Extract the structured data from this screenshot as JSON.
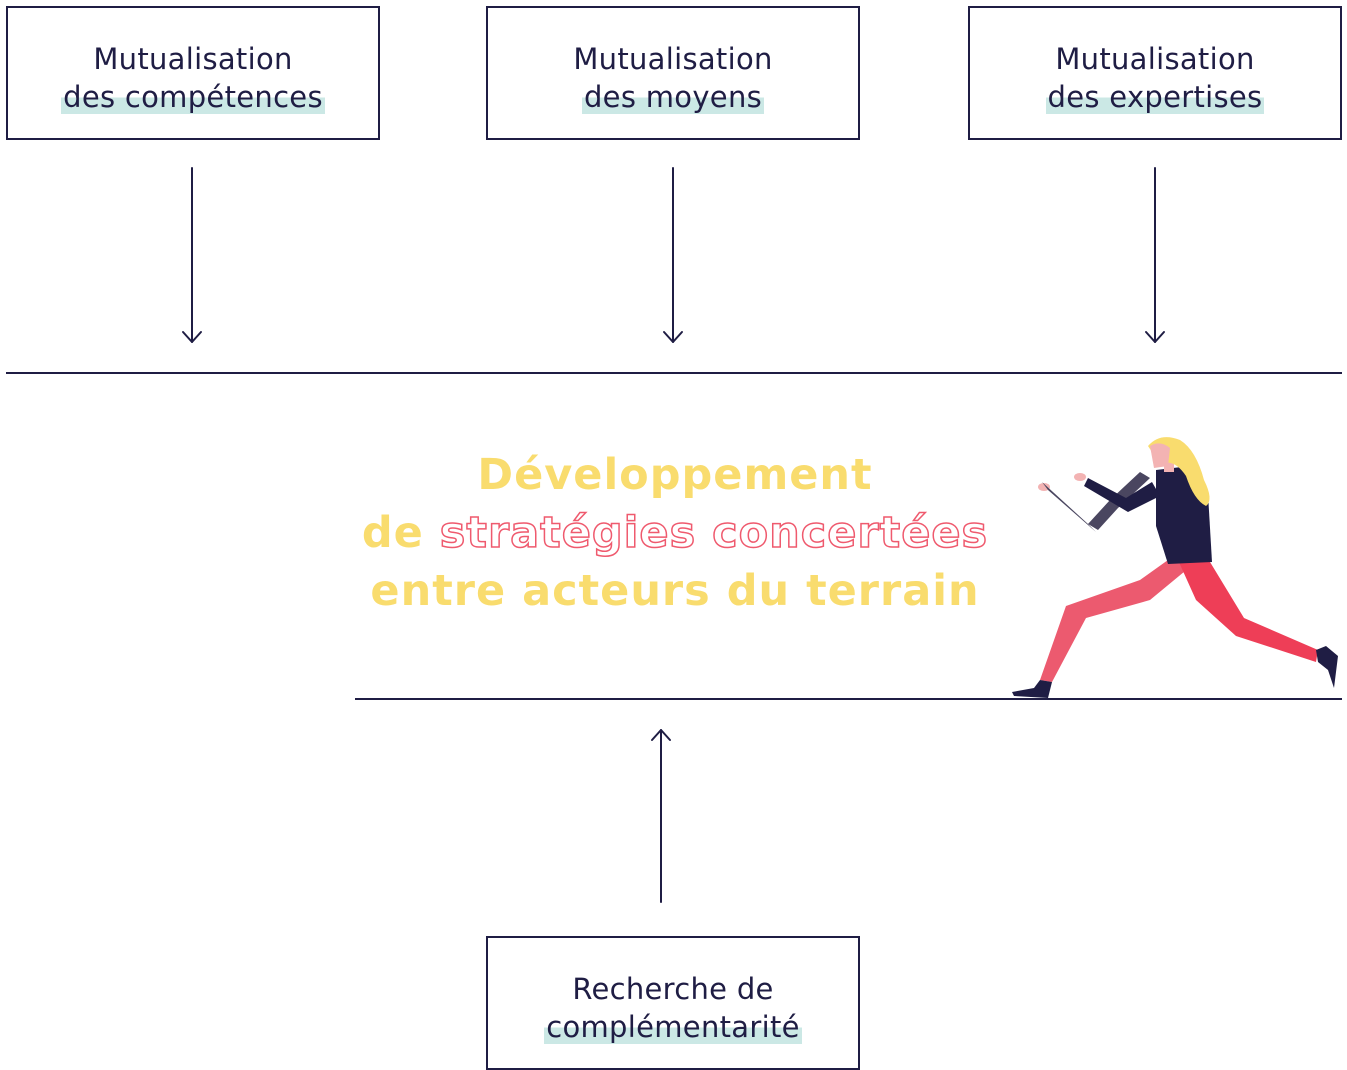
{
  "top_boxes": [
    {
      "line1": "Mutualisation",
      "line2": "des compétences"
    },
    {
      "line1": "Mutualisation",
      "line2": "des moyens"
    },
    {
      "line1": "Mutualisation",
      "line2": "des expertises"
    }
  ],
  "headline": {
    "line1": "Développement",
    "line2_prefix": "de ",
    "line2_outline": "stratégies concertées",
    "line3": "entre acteurs du terrain"
  },
  "bottom_box": {
    "line1": "Recherche de",
    "line2": "complémentarité"
  },
  "colors": {
    "ink": "#1f1d44",
    "highlight": "#cbe8e5",
    "headline_yellow": "#f9dc6e",
    "outline_red": "#ef5a6e",
    "hair_yellow": "#f9dc6e"
  },
  "illustration": "running-woman"
}
